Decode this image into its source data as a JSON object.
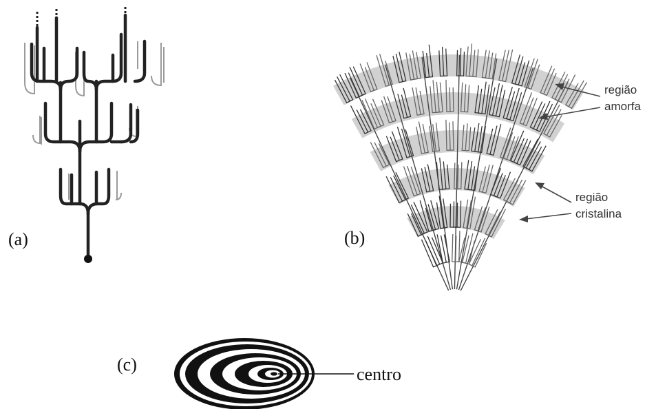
{
  "panels": {
    "a": {
      "label": "(a)"
    },
    "b": {
      "label": "(b)",
      "annotation_amorphous": [
        "região",
        "amorfa"
      ],
      "annotation_crystalline": [
        "região",
        "cristalina"
      ],
      "band_color": "#c9c9c9"
    },
    "c": {
      "label": "(c)",
      "center_label": "centro"
    }
  },
  "colors": {
    "ink": "#222222",
    "light_ink": "#9a9a9a",
    "background": "#ffffff"
  }
}
